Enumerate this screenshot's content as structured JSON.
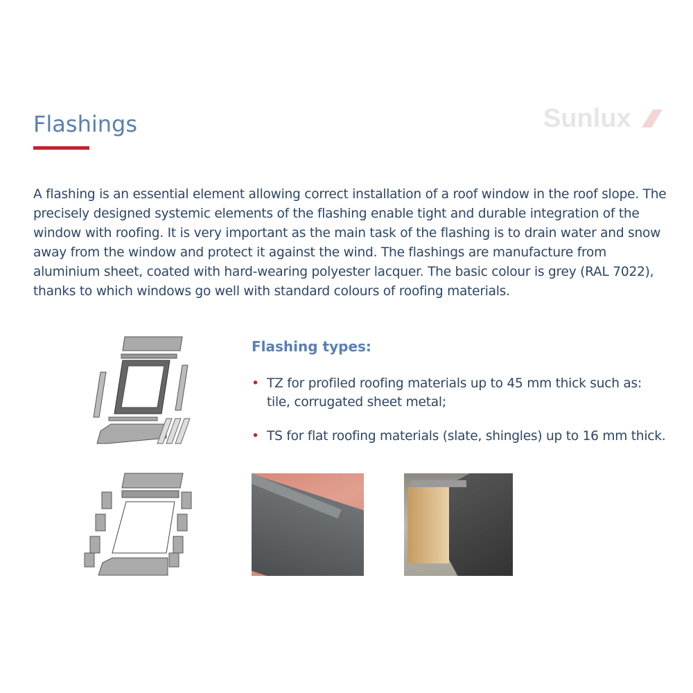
{
  "header": {
    "title": "Flashings",
    "logo_text": "Sunlux"
  },
  "intro": "A flashing is an essential element allowing correct installation of a roof window in the roof slope. The precisely designed systemic elements of the flashing enable tight and durable integration of the window with roofing. It is very important as the main task of the flashing is to drain water and snow away from the window and protect it against the wind. The flashings are manufacture from aluminium sheet, coated with hard-wearing polyester lacquer. The basic colour is grey (RAL 7022), thanks to which windows go well with standard colours of roofing materials.",
  "types": {
    "heading": "Flashing types:",
    "bullet": "•",
    "items": [
      {
        "text": "TZ for profiled roofing materials up to 45 mm thick such as: tile, corrugated sheet metal;"
      },
      {
        "text": "TS for flat roofing materials (slate, shingles) up to 16 mm thick."
      }
    ]
  },
  "colors": {
    "accent": "#c4212f",
    "title": "#5a7fb2",
    "text": "#2c4565"
  }
}
